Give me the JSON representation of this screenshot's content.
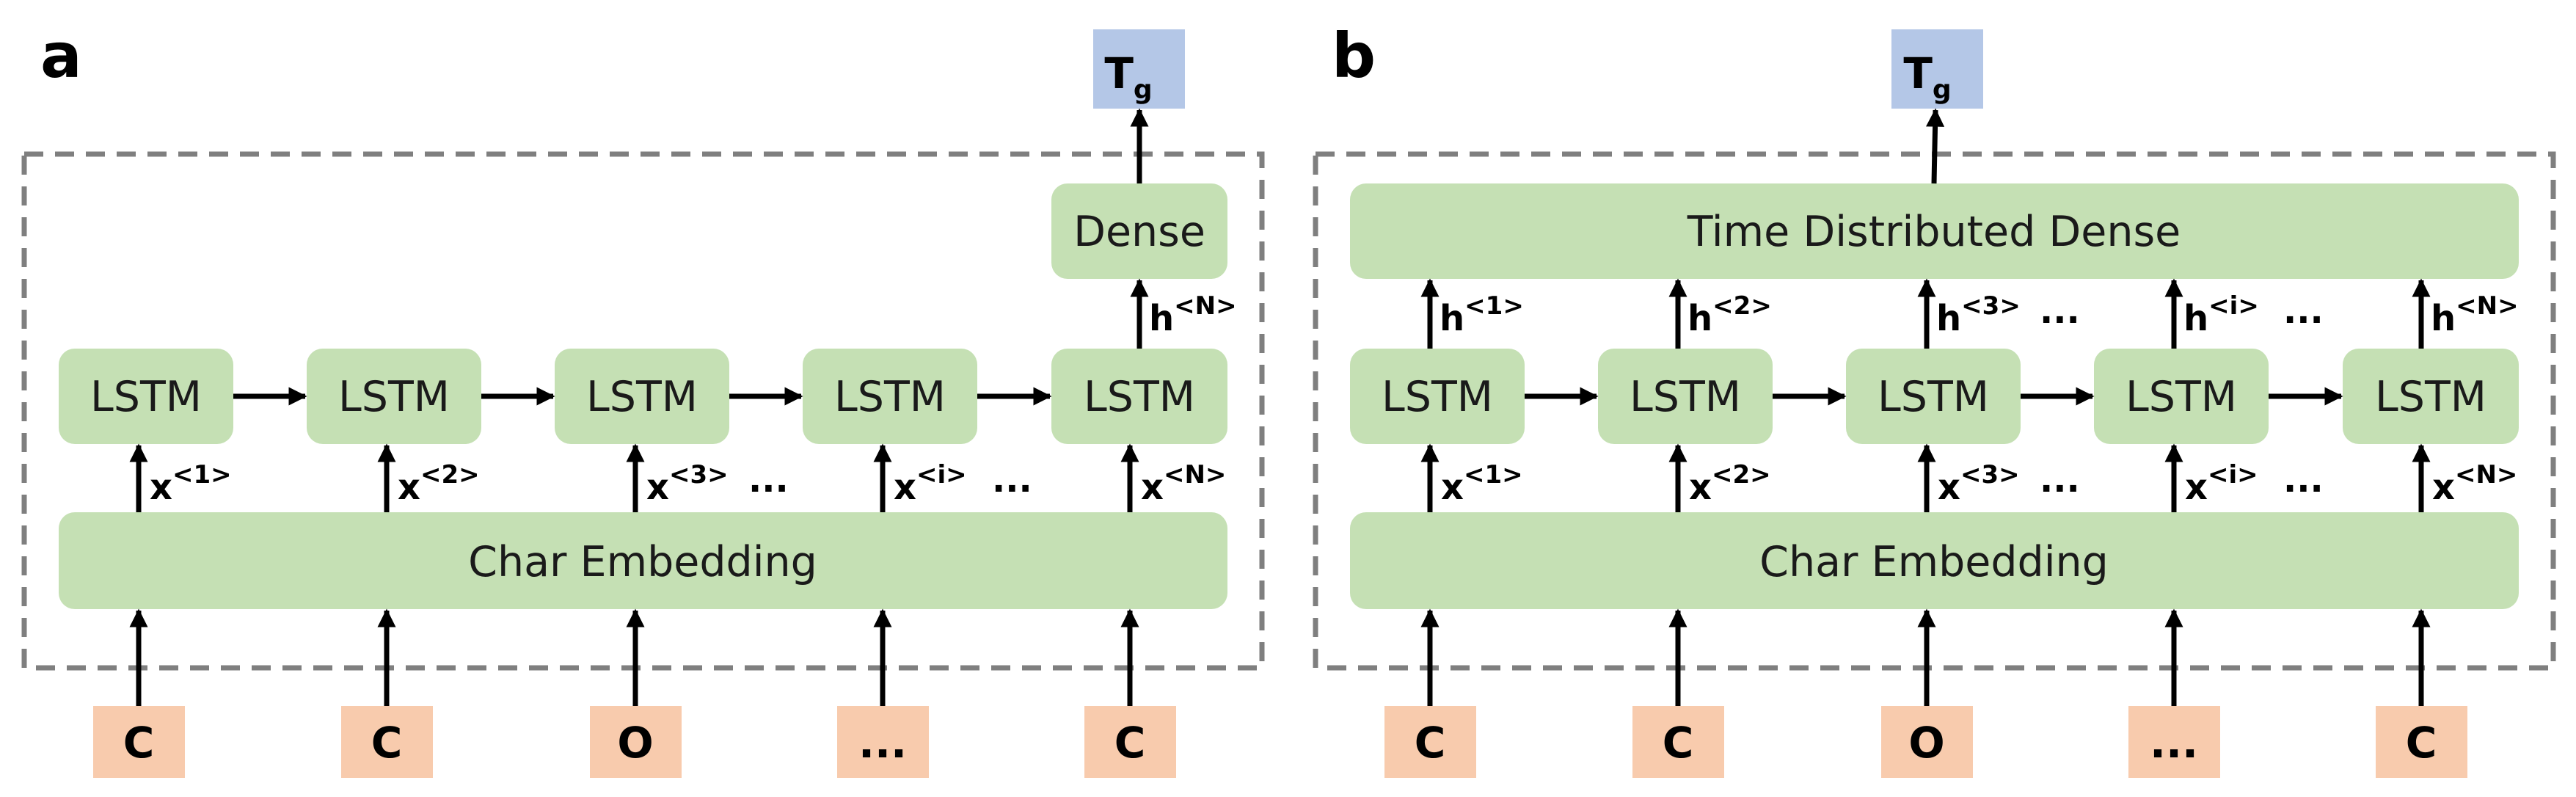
{
  "panel_a": {
    "letter": "a",
    "lstm_label": "LSTM",
    "embedding_label": "Char Embedding",
    "dense_label": "Dense",
    "output": {
      "main": "T",
      "sub": "g"
    },
    "inputs": [
      "C",
      "C",
      "O",
      "...",
      "C"
    ],
    "x_labels": [
      {
        "main": "x",
        "sup": "<1>"
      },
      {
        "main": "x",
        "sup": "<2>"
      },
      {
        "main": "x",
        "sup": "<3>"
      },
      {
        "main": "x",
        "sup": "<i>"
      },
      {
        "main": "x",
        "sup": "<N>"
      }
    ],
    "h_label": {
      "main": "h",
      "sup": "<N>"
    },
    "ellipsis": "..."
  },
  "panel_b": {
    "letter": "b",
    "lstm_label": "LSTM",
    "embedding_label": "Char Embedding",
    "dense_label": "Time Distributed Dense",
    "output": {
      "main": "T",
      "sub": "g"
    },
    "inputs": [
      "C",
      "C",
      "O",
      "...",
      "C"
    ],
    "x_labels": [
      {
        "main": "x",
        "sup": "<1>"
      },
      {
        "main": "x",
        "sup": "<2>"
      },
      {
        "main": "x",
        "sup": "<3>"
      },
      {
        "main": "x",
        "sup": "<i>"
      },
      {
        "main": "x",
        "sup": "<N>"
      }
    ],
    "h_labels": [
      {
        "main": "h",
        "sup": "<1>"
      },
      {
        "main": "h",
        "sup": "<2>"
      },
      {
        "main": "h",
        "sup": "<3>"
      },
      {
        "main": "h",
        "sup": "<i>"
      },
      {
        "main": "h",
        "sup": "<N>"
      }
    ],
    "ellipsis": "..."
  },
  "colors": {
    "green": "#c5e0b4",
    "orange": "#f8cbad",
    "blue": "#b4c7e7",
    "frame": "#7f7f7f"
  }
}
